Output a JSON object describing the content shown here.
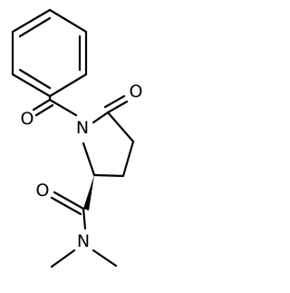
{
  "molecule": {
    "atoms": {
      "oxygen_benzoyl": "O",
      "nitrogen_ring": "N",
      "oxygen_lactam": "O",
      "oxygen_amide": "O",
      "nitrogen_amide": "N"
    }
  },
  "colors": {
    "bond": "#000000",
    "label": "#000000",
    "background": "#ffffff"
  }
}
